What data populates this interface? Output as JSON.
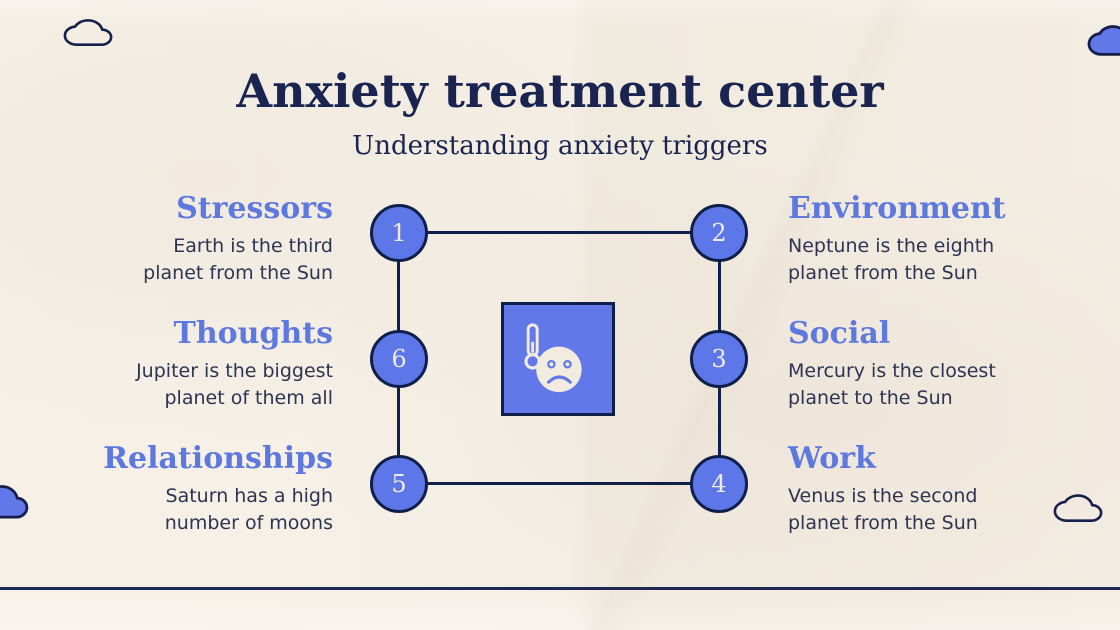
{
  "slide": {
    "title": "Anxiety treatment center",
    "subtitle": "Understanding anxiety triggers"
  },
  "diagram": {
    "nodes": [
      {
        "number": "1",
        "title": "Stressors",
        "side": "left",
        "lines": [
          "Earth is the third",
          "planet from the Sun"
        ]
      },
      {
        "number": "2",
        "title": "Environment",
        "side": "right",
        "lines": [
          "Neptune is the eighth",
          "planet from the Sun"
        ]
      },
      {
        "number": "3",
        "title": "Social",
        "side": "right",
        "lines": [
          "Mercury is the closest",
          "planet to the Sun"
        ]
      },
      {
        "number": "4",
        "title": "Work",
        "side": "right",
        "lines": [
          "Venus is the second",
          "planet from the Sun"
        ]
      },
      {
        "number": "5",
        "title": "Relationships",
        "side": "left",
        "lines": [
          "Saturn has a high",
          "number of moons"
        ]
      },
      {
        "number": "6",
        "title": "Thoughts",
        "side": "left",
        "lines": [
          "Jupiter is the biggest",
          "planet of them all"
        ]
      }
    ]
  },
  "icons": {
    "center": [
      "thermometer-icon",
      "sad-face-icon"
    ],
    "corners": [
      "cloud-icon",
      "cloud-icon",
      "cloud-icon",
      "cloud-icon"
    ]
  },
  "colors": {
    "background": "#f5efe6",
    "accent_blue": "#6277e8",
    "heading_blue": "#5d78de",
    "navy_line": "#101f49",
    "title_navy": "#1a2450",
    "body_text": "#2c3452",
    "number_text": "#f0eadd"
  }
}
